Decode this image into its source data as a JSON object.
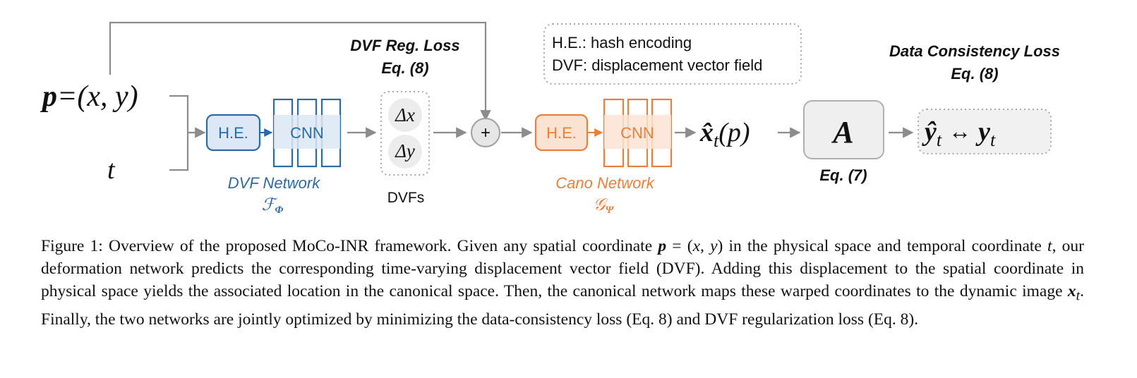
{
  "colors": {
    "blue": "#2e6aa2",
    "blue_fill": "#dce8f5",
    "orange": "#e8803c",
    "orange_fill": "#fbe3d3",
    "gray_line": "#8c8c8c",
    "gray_fill": "#ececec"
  },
  "inputs": {
    "p_bold": "p",
    "p_eq": "=(x, y)",
    "t": "t"
  },
  "dvf_network": {
    "he": "H.E.",
    "cnn": "CNN",
    "label": "DVF Network",
    "symbol_main": "ℱ",
    "symbol_sub": "Φ"
  },
  "dvfs": {
    "dx": "Δx",
    "dy": "Δy",
    "label": "DVFs"
  },
  "dvf_reg_loss": {
    "title": "DVF Reg. Loss",
    "eq": "Eq. (8)"
  },
  "plus": "+",
  "legend": {
    "line1": "H.E.: hash encoding",
    "line2": "DVF: displacement vector field"
  },
  "cano_network": {
    "he": "H.E.",
    "cnn": "CNN",
    "label": "Cano Network",
    "symbol_main": "𝒢",
    "symbol_sub": "Ψ"
  },
  "output": {
    "xhat": "x̂",
    "t_sub": "t",
    "arg": "(p)"
  },
  "operator": {
    "a": "A",
    "eq": "Eq. (7)"
  },
  "data_consistency": {
    "title": "Data Consistency Loss",
    "eq": "Eq. (8)",
    "yhat": "ŷ",
    "t_sub1": "t",
    "arrow": "↔",
    "y": "y",
    "t_sub2": "t"
  },
  "caption": {
    "s1": "Figure 1: Overview of the proposed MoCo-INR framework. Given any spatial coordinate ",
    "m1": "p",
    "s2": " = (",
    "m2": "x, y",
    "s3": ") in the physical space and temporal coordinate ",
    "m3": "t",
    "s4": ", our deformation network predicts the corresponding time-varying displacement vector field (DVF). Adding this displacement to the spatial coordinate in physical space yields the associated location in the canonical space. Then, the canonical network maps these warped coordinates to the dynamic image ",
    "m4": "x",
    "m4sub": "t",
    "s5": ". Finally, the two networks are jointly optimized by minimizing the data-consistency loss (Eq. 8) and DVF regularization loss (Eq. 8)."
  }
}
